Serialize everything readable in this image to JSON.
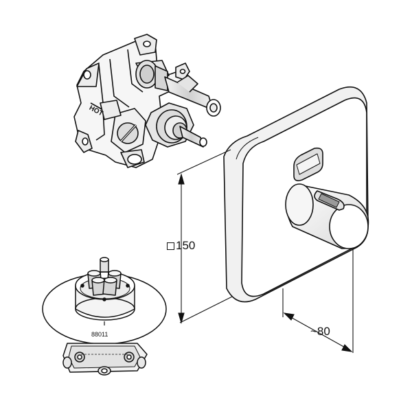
{
  "dimensions": {
    "plate_size_prefix": "",
    "plate_size": "150",
    "depth": "~80"
  },
  "part_number": "88011",
  "valve_marking": "HOT",
  "colors": {
    "line": "#111111",
    "fill_light": "#eeeeee",
    "fill_mid": "#d8d8d8",
    "fill_dark": "#9a9a9a"
  }
}
